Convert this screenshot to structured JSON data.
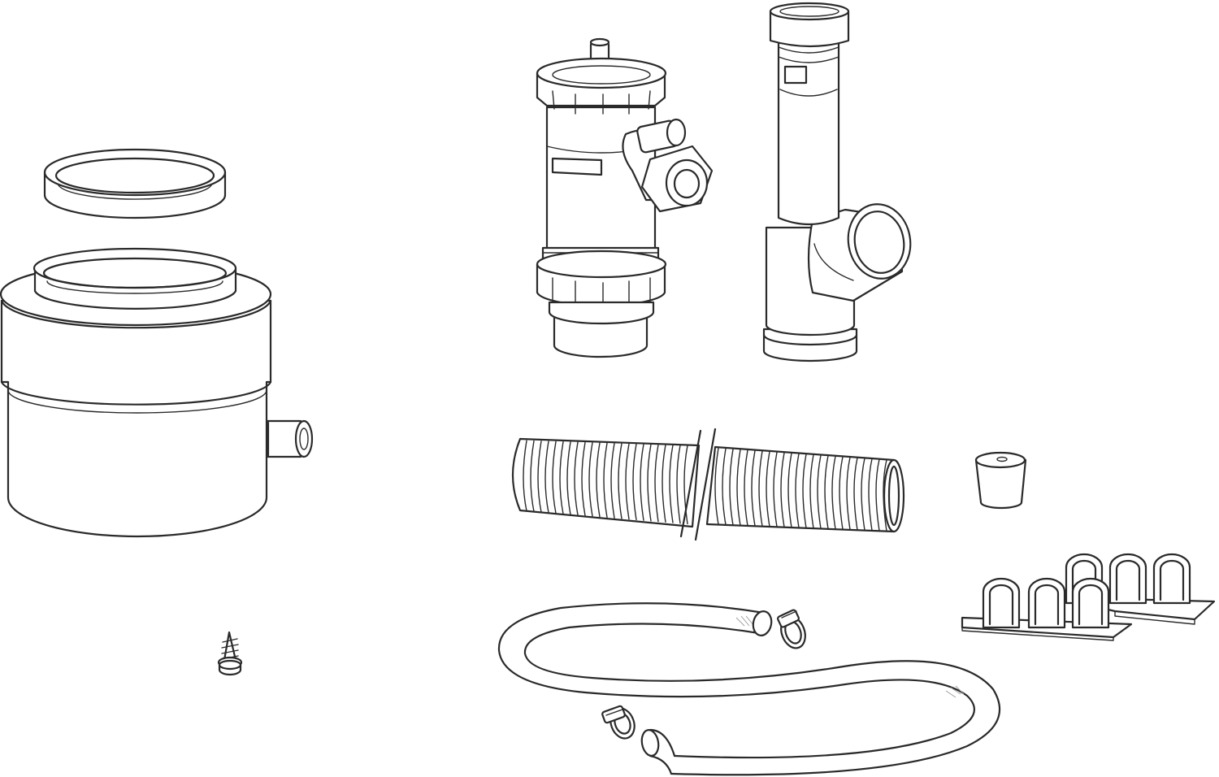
{
  "diagram": {
    "kind": "parts-kit-illustration",
    "colors": {
      "line": "#2a2a2a",
      "fill": "#ffffff",
      "background": "#ffffff"
    },
    "parts": [
      {
        "id": "sealing-ring"
      },
      {
        "id": "condensate-collector-sleeve"
      },
      {
        "id": "self-tapping-screw"
      },
      {
        "id": "siphon-trap"
      },
      {
        "id": "y-branch-fitting"
      },
      {
        "id": "corrugated-drain-hose"
      },
      {
        "id": "rubber-stopper"
      },
      {
        "id": "hose-clip-holders"
      },
      {
        "id": "clear-hose-loop"
      },
      {
        "id": "hose-clamp"
      }
    ]
  }
}
